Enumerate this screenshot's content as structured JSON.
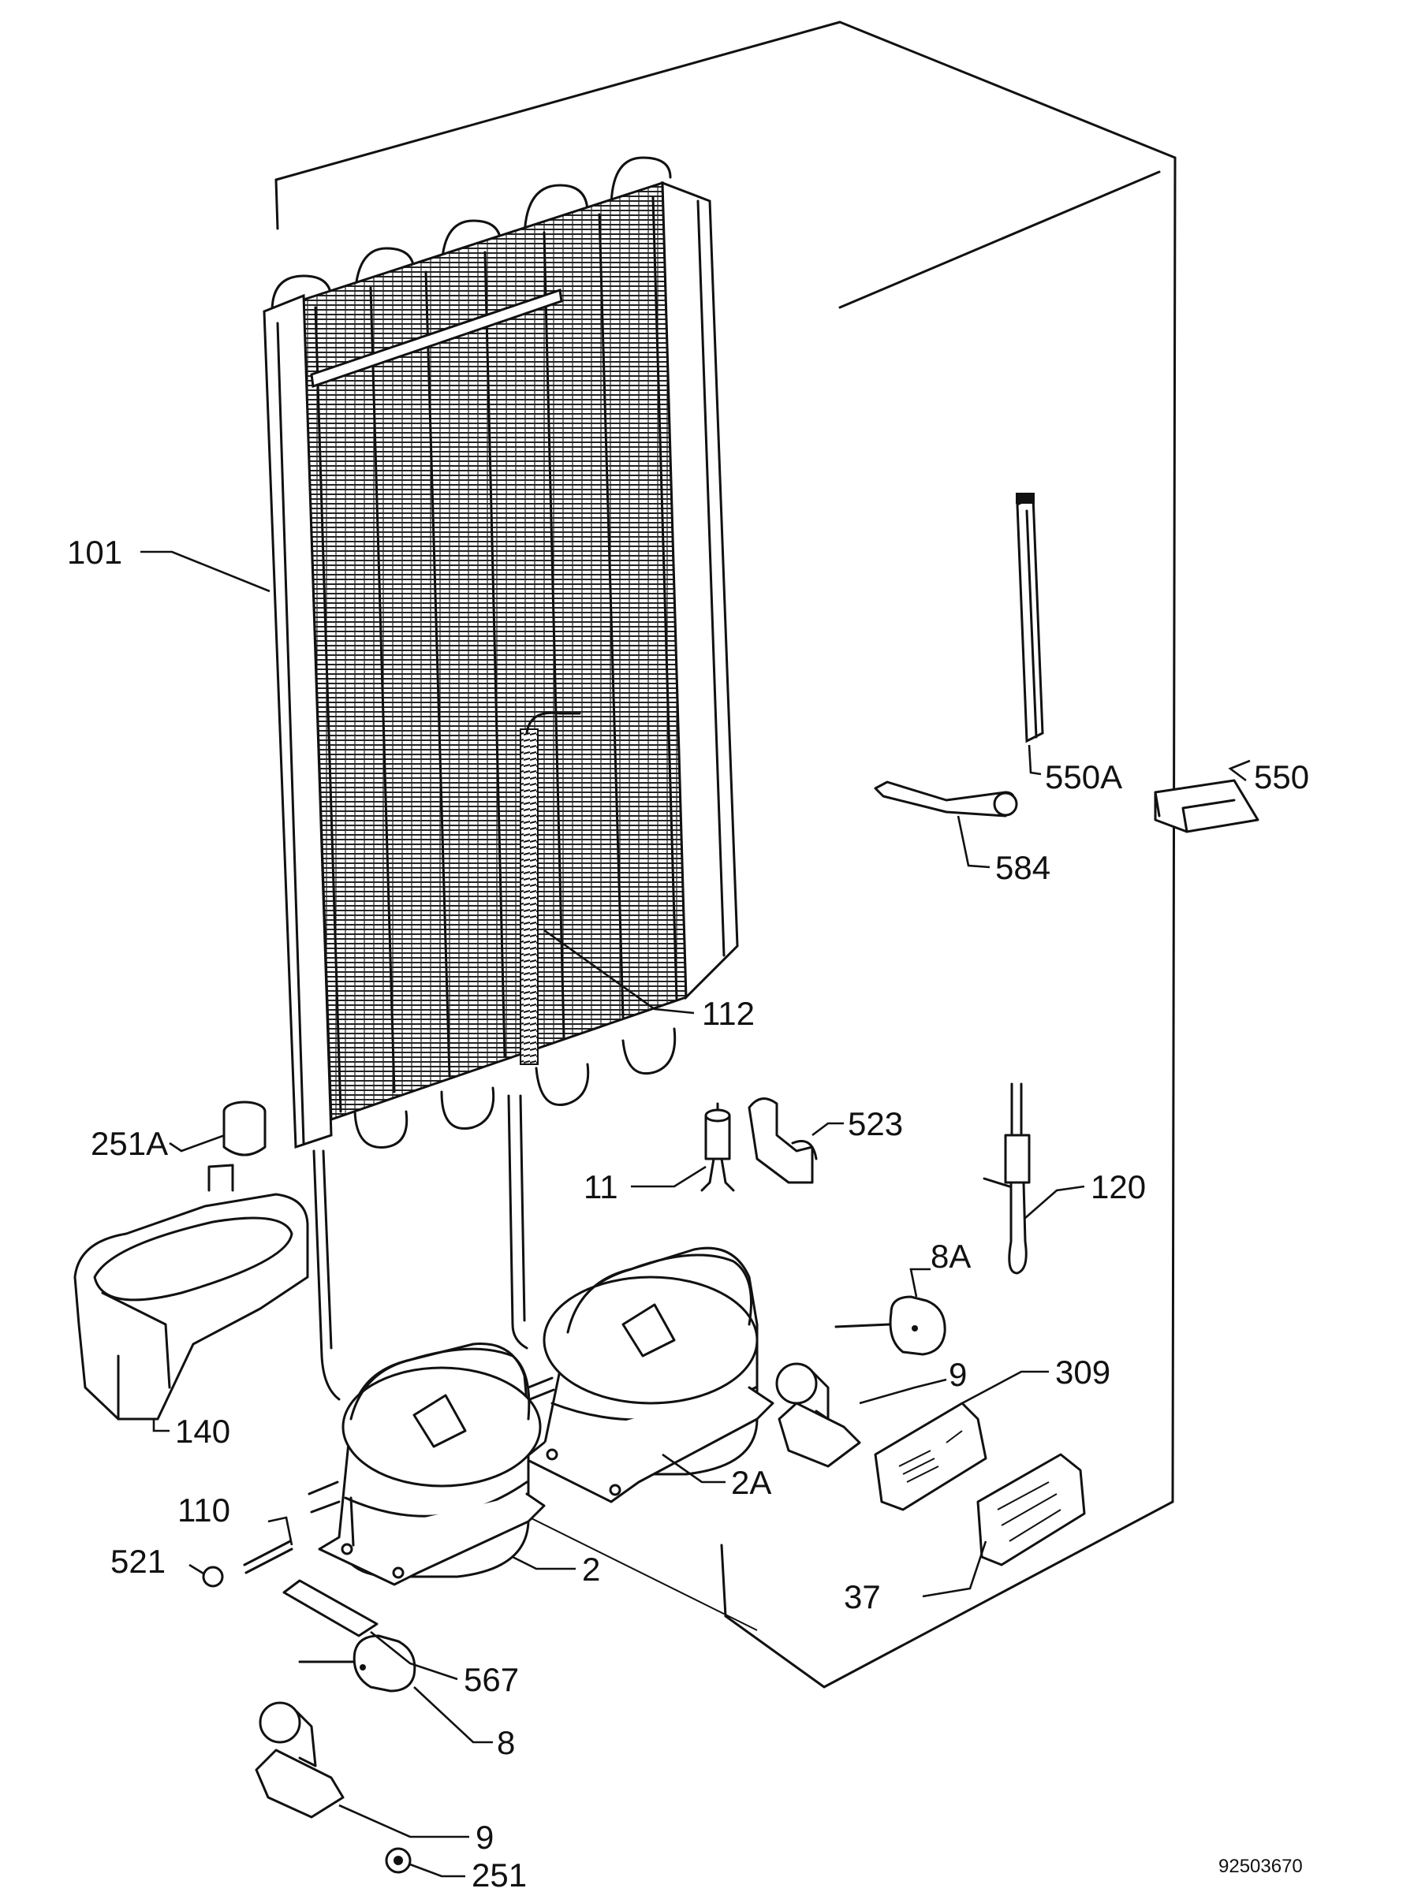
{
  "document_code": "92503670",
  "callouts": {
    "c101": "101",
    "c112": "112",
    "c550a": "550A",
    "c550": "550",
    "c584": "584",
    "c251a": "251A",
    "c523": "523",
    "c11": "11",
    "c120": "120",
    "c8a": "8A",
    "c140": "140",
    "c9a": "9",
    "c309": "309",
    "c2a": "2A",
    "c110": "110",
    "c521": "521",
    "c2": "2",
    "c37": "37",
    "c567": "567",
    "c8": "8",
    "c9b": "9",
    "c251": "251"
  }
}
